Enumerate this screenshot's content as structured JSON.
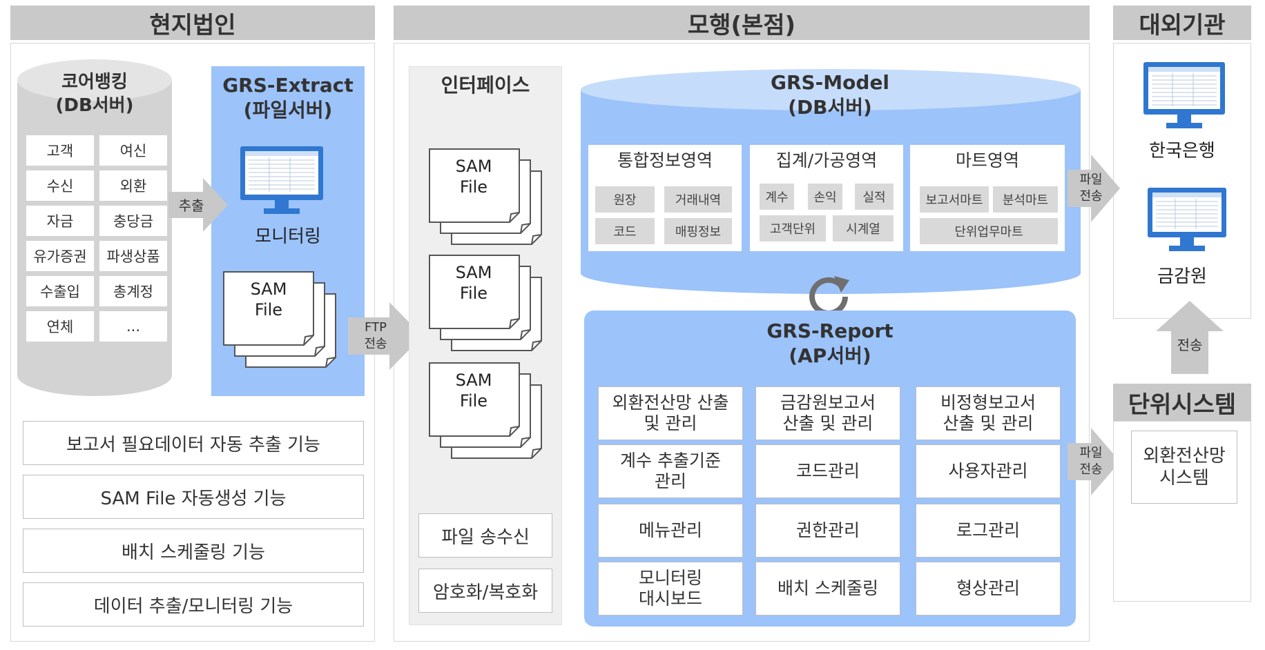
{
  "columns": {
    "local": "현지법인",
    "headquarters": "모행(본점)",
    "external": "대외기관"
  },
  "core_banking": {
    "title": "코어뱅킹\n(DB서버)",
    "items": [
      "고객",
      "여신",
      "수신",
      "외환",
      "자금",
      "충당금",
      "유가증권",
      "파생상품",
      "수출입",
      "총계정",
      "연체",
      "..."
    ]
  },
  "grs_extract": {
    "title": "GRS-Extract\n(파일서버)",
    "monitor_label": "모니터링",
    "sam_file": "SAM\nFile"
  },
  "arrows": {
    "extract": "추출",
    "ftp": "FTP\n전송",
    "file_transfer_1": "파일\n전송",
    "file_transfer_2": "파일\n전송",
    "transfer_up": "전송"
  },
  "local_functions": [
    "보고서 필요데이터 자동 추출 기능",
    "SAM File 자동생성 기능",
    "배치 스케줄링 기능",
    "데이터 추출/모니터링 기능"
  ],
  "interface": {
    "title": "인터페이스",
    "sam_file": "SAM\nFile",
    "functions": [
      "파일 송수신",
      "암호화/복호화"
    ]
  },
  "grs_model": {
    "title": "GRS-Model\n(DB서버)",
    "areas": [
      {
        "title": "통합정보영역",
        "items": [
          "원장",
          "거래내역",
          "코드",
          "매핑정보"
        ]
      },
      {
        "title": "집계/가공영역",
        "items": [
          "계수",
          "손익",
          "실적",
          "고객단위",
          "시계열"
        ]
      },
      {
        "title": "마트영역",
        "items": [
          "보고서마트",
          "분석마트",
          "단위업무마트"
        ]
      }
    ]
  },
  "grs_report": {
    "title": "GRS-Report\n(AP서버)",
    "functions": [
      "외환전산망 산출\n및 관리",
      "금감원보고서\n산출 및 관리",
      "비정형보고서\n산출 및 관리",
      "계수 추출기준\n관리",
      "코드관리",
      "사용자관리",
      "메뉴관리",
      "권한관리",
      "로그관리",
      "모니터링\n대시보드",
      "배치 스케줄링",
      "형상관리"
    ]
  },
  "external": {
    "bok": "한국은행",
    "fss": "금감원"
  },
  "unit_system": {
    "title": "단위시스템",
    "item": "외환전산망\n시스템"
  },
  "colors": {
    "header_gray": "#c9c9c9",
    "blue_panel": "#9cc3fa",
    "blue_dark": "#7fb1f5",
    "monitor_blue": "#2f77d0",
    "item_gray": "#d9d9d9",
    "arrow_gray": "#c8c8c8"
  }
}
